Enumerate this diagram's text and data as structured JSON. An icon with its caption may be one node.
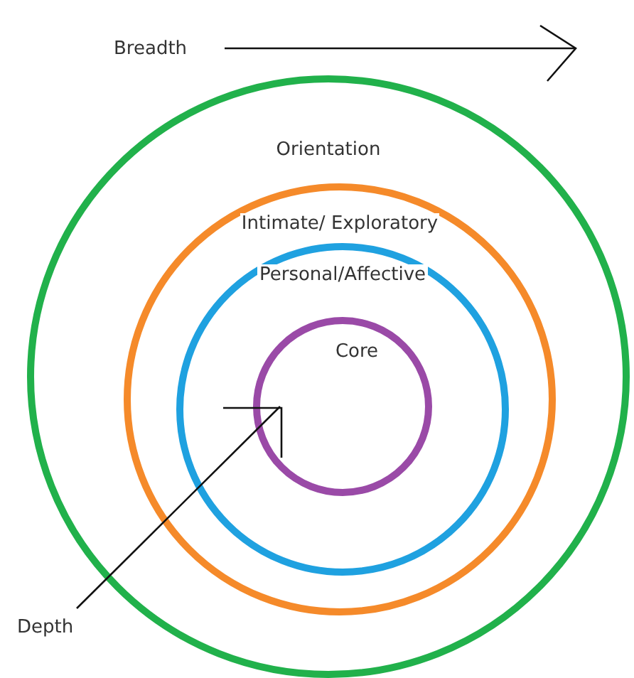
{
  "diagram": {
    "nodes": [
      {
        "text": [
          "Orientation"
        ]
      },
      {
        "text": [
          "Intimate/ Exploratory"
        ],
        "in": 0
      },
      {
        "text": [
          "Personal/Affective"
        ],
        "in": 1
      },
      {
        "text": [
          "Core"
        ],
        "in": 2
      }
    ],
    "labels": [
      "Breadth",
      "Depth"
    ]
  }
}
